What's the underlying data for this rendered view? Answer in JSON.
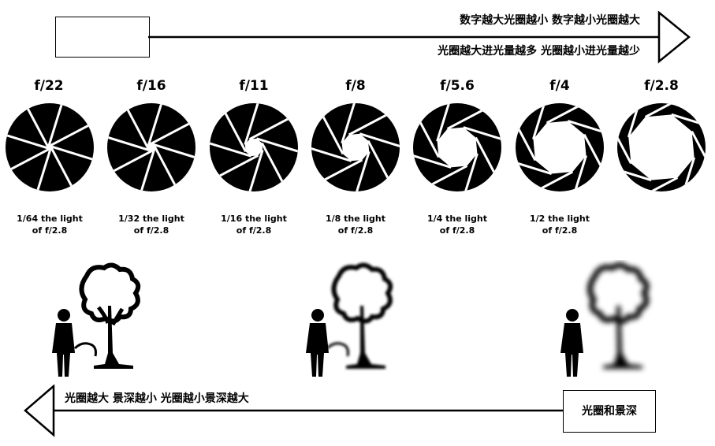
{
  "top_banner": {
    "line1": "数字越大光圈越小 数字越小光圈越大",
    "line2": "光圈越大进光量越多 光圈越小进光量越少"
  },
  "apertures": [
    {
      "fstop": "f/22",
      "note": "1/64 the light\nof  f/2.8",
      "blade_fraction": 0.97
    },
    {
      "fstop": "f/16",
      "note": "1/32 the light\nof  f/2.8",
      "blade_fraction": 0.92
    },
    {
      "fstop": "f/11",
      "note": "1/16 the light\nof  f/2.8",
      "blade_fraction": 0.78
    },
    {
      "fstop": "f/8",
      "note": "1/8 the light\nof  f/2.8",
      "blade_fraction": 0.66
    },
    {
      "fstop": "f/5.6",
      "note": "1/4 the light\nof  f/2.8",
      "blade_fraction": 0.5
    },
    {
      "fstop": "f/4",
      "note": "1/2 the light\nof  f/2.8",
      "blade_fraction": 0.34
    },
    {
      "fstop": "f/2.8",
      "note": "",
      "blade_fraction": 0.18
    }
  ],
  "bottom_banner": {
    "line": "光圈越大 景深越小 光圈越小景深越大",
    "box_label": "光圈和景深"
  },
  "colors": {
    "ink": "#000000",
    "paper": "#ffffff"
  }
}
